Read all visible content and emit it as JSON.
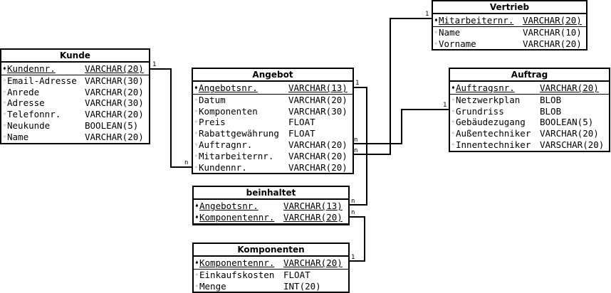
{
  "tables": {
    "kunde": {
      "title": "Kunde",
      "rows": [
        {
          "name": "Kundennr.",
          "type": "VARCHAR(20)"
        },
        {
          "name": "Email-Adresse",
          "type": "VARCHAR(30)"
        },
        {
          "name": "Anrede",
          "type": "VARCHAR(20)"
        },
        {
          "name": "Adresse",
          "type": "VARCHAR(30)"
        },
        {
          "name": "Telefonnr.",
          "type": "VARCHAR(20)"
        },
        {
          "name": "Neukunde",
          "type": "BOOLEAN(5)"
        },
        {
          "name": "Name",
          "type": "VARCHAR(20)"
        }
      ]
    },
    "angebot": {
      "title": "Angebot",
      "rows": [
        {
          "name": "Angebotsnr.",
          "type": "VARCHAR(13)"
        },
        {
          "name": "Datum",
          "type": "VARCHAR(20)"
        },
        {
          "name": "Komponenten",
          "type": "VARCHAR(30)"
        },
        {
          "name": "Preis",
          "type": "FLOAT"
        },
        {
          "name": "Rabattgewährung",
          "type": "FLOAT"
        },
        {
          "name": "Auftragnr.",
          "type": "VARCHAR(20)"
        },
        {
          "name": "Mitarbeiternr.",
          "type": "VARCHAR(20)"
        },
        {
          "name": "Kundennr.",
          "type": "VARCHAR(20)"
        }
      ]
    },
    "vertrieb": {
      "title": "Vertrieb",
      "rows": [
        {
          "name": "Mitarbeiternr.",
          "type": "VARCHAR(20)"
        },
        {
          "name": "Name",
          "type": "VARCHAR(10)"
        },
        {
          "name": "Vorname",
          "type": "VARCHAR(20)"
        }
      ]
    },
    "auftrag": {
      "title": "Auftrag",
      "rows": [
        {
          "name": "Auftragsnr.",
          "type": "VARCHAR(20)"
        },
        {
          "name": "Netzwerkplan",
          "type": "BLOB"
        },
        {
          "name": "Grundriss",
          "type": "BLOB"
        },
        {
          "name": "Gebäudezugang",
          "type": "BOOLEAN(5)"
        },
        {
          "name": "Außentechniker",
          "type": "VARCHAR(20)"
        },
        {
          "name": "Innentechniker",
          "type": "VARSCHAR(20)"
        }
      ]
    },
    "beinhaltet": {
      "title": "beinhaltet",
      "rows": [
        {
          "name": "Angebotsnr.",
          "type": "VARCHAR(13)"
        },
        {
          "name": "Komponentennr.",
          "type": "VARCHAR(20)"
        }
      ]
    },
    "komponenten": {
      "title": "Komponenten",
      "rows": [
        {
          "name": "Komponentennr.",
          "type": "VARCHAR(20)"
        },
        {
          "name": "Einkaufskosten",
          "type": "FLOAT"
        },
        {
          "name": "Menge",
          "type": "INT(20)"
        }
      ]
    }
  },
  "cardinality": {
    "kunde_angebot": [
      "1",
      "n"
    ],
    "vertrieb_angebot": [
      "1",
      "n"
    ],
    "auftrag_angebot": [
      "1",
      "n"
    ],
    "angebot_beinhaltet": [
      "1",
      "n"
    ],
    "komponenten_beinhaltet": [
      "1",
      "n"
    ]
  }
}
